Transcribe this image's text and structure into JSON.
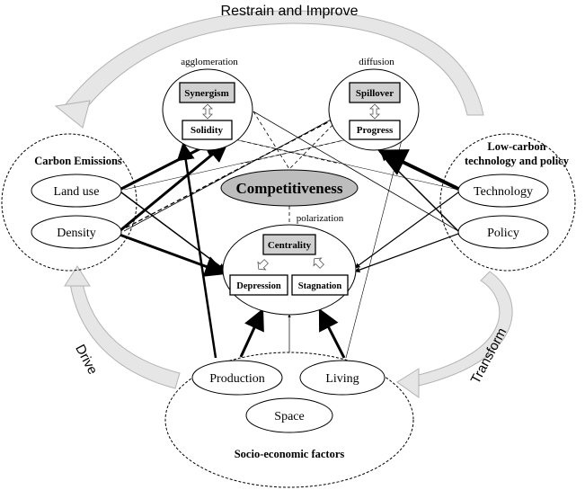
{
  "labels": {
    "restrain": "Restrain and Improve",
    "drive": "Drive",
    "transform": "Transform",
    "agglomeration": "agglomeration",
    "diffusion": "diffusion",
    "polarization": "polarization",
    "competitiveness": "Competitiveness"
  },
  "groups": {
    "carbon": {
      "title": "Carbon Emissions",
      "items": [
        "Land use",
        "Density"
      ]
    },
    "lowcarbon": {
      "title_line1": "Low-carbon",
      "title_line2": "technology and policy",
      "items": [
        "Technology",
        "Policy"
      ]
    },
    "socio": {
      "title": "Socio-economic factors",
      "items": [
        "Production",
        "Living",
        "Space"
      ]
    }
  },
  "modes": {
    "agglomeration": {
      "top": "Synergism",
      "bottom": "Solidity"
    },
    "diffusion": {
      "top": "Spillover",
      "bottom": "Progress"
    },
    "polarization": {
      "top": "Centrality",
      "left": "Depression",
      "right": "Stagnation"
    }
  },
  "colors": {
    "stroke": "#000000",
    "grey_arrow": "#e6e6e6",
    "grey_arrow_edge": "#b3b3b3",
    "box_fill": "#d0d0d0",
    "core_fill": "#bdbdbd"
  }
}
